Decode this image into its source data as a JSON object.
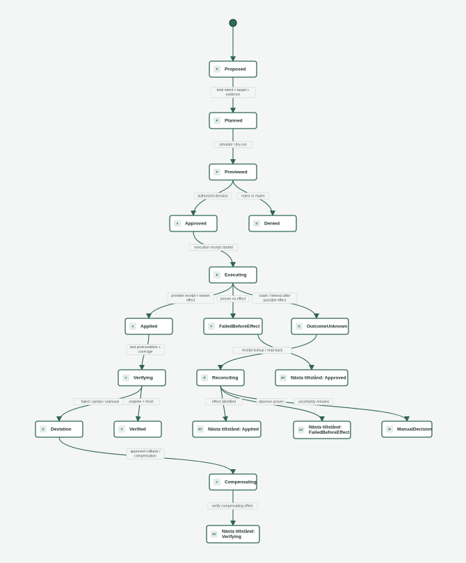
{
  "nodes": [
    {
      "id": "proposed",
      "label": [
        "Proposed"
      ],
      "badge": "P"
    },
    {
      "id": "planned",
      "label": [
        "Planned"
      ],
      "badge": "P"
    },
    {
      "id": "previewed",
      "label": [
        "Previewed"
      ],
      "badge": "P"
    },
    {
      "id": "approved",
      "label": [
        "Approved"
      ],
      "badge": "A"
    },
    {
      "id": "denied",
      "label": [
        "Denied"
      ],
      "badge": "D"
    },
    {
      "id": "executing",
      "label": [
        "Executing"
      ],
      "badge": "E"
    },
    {
      "id": "applied",
      "label": [
        "Applied"
      ],
      "badge": "A"
    },
    {
      "id": "failedbeforeeffect",
      "label": [
        "FailedBeforeEffect"
      ],
      "badge": "F"
    },
    {
      "id": "outcomeunknown",
      "label": [
        "OutcomeUnknown"
      ],
      "badge": "O"
    },
    {
      "id": "verifying",
      "label": [
        "Verifying"
      ],
      "badge": "V"
    },
    {
      "id": "reconciling",
      "label": [
        "Reconciling"
      ],
      "badge": "R"
    },
    {
      "id": "next-approved",
      "label": [
        "Nästa tillstånd: Approved"
      ],
      "badge": "NT"
    },
    {
      "id": "deviation",
      "label": [
        "Deviation"
      ],
      "badge": "D"
    },
    {
      "id": "verified",
      "label": [
        "Verified"
      ],
      "badge": "V"
    },
    {
      "id": "next-applied",
      "label": [
        "Nästa tillstånd: Applied"
      ],
      "badge": "NT"
    },
    {
      "id": "next-failed",
      "label": [
        "Nästa tillstånd:",
        "FailedBeforeEffect"
      ],
      "badge": "NT"
    },
    {
      "id": "manualdecision",
      "label": [
        "ManualDecision"
      ],
      "badge": "M"
    },
    {
      "id": "compensating",
      "label": [
        "Compensating"
      ],
      "badge": "C"
    },
    {
      "id": "next-verifying",
      "label": [
        "Nästa tillstånd:",
        "Verifying"
      ],
      "badge": "NT"
    }
  ],
  "edges": [
    {
      "from": "start",
      "to": "proposed",
      "label": []
    },
    {
      "from": "proposed",
      "to": "planned",
      "label": [
        "bind intent + target +",
        "evidence"
      ]
    },
    {
      "from": "planned",
      "to": "previewed",
      "label": [
        "simulate / dry-run"
      ]
    },
    {
      "from": "previewed",
      "to": "approved",
      "label": [
        "authorized decision"
      ]
    },
    {
      "from": "previewed",
      "to": "denied",
      "label": [
        "reject or expire"
      ]
    },
    {
      "from": "approved",
      "to": "executing",
      "label": [
        "execution receipt started"
      ]
    },
    {
      "from": "executing",
      "to": "applied",
      "label": [
        "provider receipt + known",
        "effect"
      ]
    },
    {
      "from": "executing",
      "to": "failedbeforeeffect",
      "label": [
        "proven no effect"
      ]
    },
    {
      "from": "executing",
      "to": "outcomeunknown",
      "label": [
        "crash / timeout after",
        "possible effect"
      ]
    },
    {
      "from": "applied",
      "to": "verifying",
      "label": [
        "test postcondition +",
        "coverage"
      ]
    },
    {
      "from": "outcomeunknown",
      "to": "reconciling",
      "label": [
        "receipt lookup / read back"
      ]
    },
    {
      "from": "outcomeunknown",
      "to": "next-approved",
      "label": []
    },
    {
      "from": "verifying",
      "to": "deviation",
      "label": [
        "failed / partial / unknown"
      ]
    },
    {
      "from": "verifying",
      "to": "verified",
      "label": [
        "omplete + fresh"
      ]
    },
    {
      "from": "reconciling",
      "to": "next-applied",
      "label": [
        "effect identified"
      ]
    },
    {
      "from": "reconciling",
      "to": "next-failed",
      "label": [
        "absence proven"
      ]
    },
    {
      "from": "reconciling",
      "to": "manualdecision",
      "label": [
        "uncertainty remains"
      ]
    },
    {
      "from": "deviation",
      "to": "compensating",
      "label": [
        "approved rollback /",
        "compensation"
      ]
    },
    {
      "from": "compensating",
      "to": "next-verifying",
      "label": [
        "verify compensating effect"
      ]
    }
  ],
  "colors": {
    "stroke": "#2f6556",
    "badge_fill": "#e3eee9",
    "background": "#f4f6f5"
  }
}
